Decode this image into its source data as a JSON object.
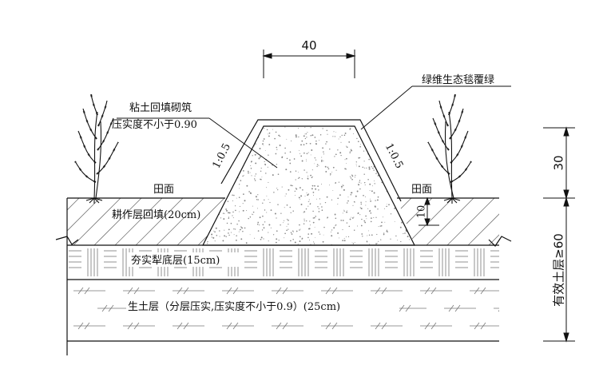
{
  "dims": {
    "top_width": "40",
    "height_above": "30",
    "embed_depth": "10",
    "soil_depth": "有效土层≥60"
  },
  "labels": {
    "berm_fill": "粘土回填砌筑",
    "compaction": "压实度不小于0.90",
    "cover": "绿维生态毯覆绿",
    "slope_left": "1:0.5",
    "slope_right": "1:0.5",
    "field_left": "田面",
    "field_right": "田面",
    "plow_fill": "耕作层回填(20cm)",
    "plow_pan": "夯实犁底层(15cm)",
    "subsoil": "生土层（分层压实,压实度不小于0.9）(25cm)"
  },
  "colors": {
    "line": "#111111",
    "hatch": "#777777",
    "fill_dots": "#888888"
  }
}
